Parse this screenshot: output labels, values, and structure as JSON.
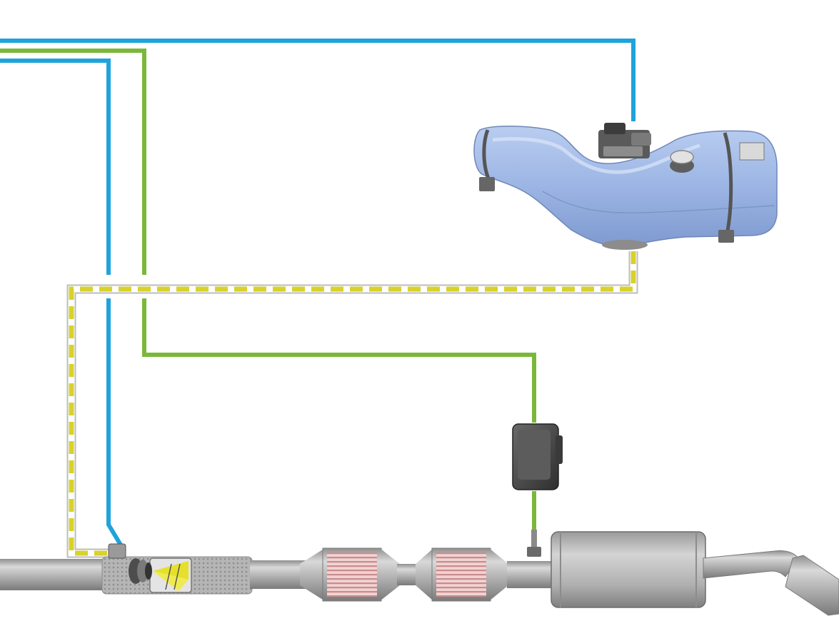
{
  "colors": {
    "background": "#ffffff",
    "line_blue": "#1fa3dc",
    "line_green": "#7bb83a",
    "line_yellow_dashed": "#d8d22a",
    "line_dashed_border": "#c8c8c8",
    "tank_blue": "#9fb8e6",
    "pipe_gray": "#b9b9b9",
    "catalyst_core": "#e8b6b6",
    "module_dark": "#4a4a4a"
  },
  "components": [
    {
      "name": "adblue-tank",
      "icon": "reductant-tank-icon"
    },
    {
      "name": "control-module",
      "icon": "control-unit-icon"
    },
    {
      "name": "nox-sensor",
      "icon": "sensor-icon"
    },
    {
      "name": "dosing-injector",
      "icon": "injector-icon"
    },
    {
      "name": "mixer-section",
      "icon": "mixer-icon"
    },
    {
      "name": "catalytic-converter-1",
      "icon": "catalyst-icon"
    },
    {
      "name": "catalytic-converter-2",
      "icon": "catalyst-icon"
    },
    {
      "name": "muffler",
      "icon": "muffler-icon"
    }
  ],
  "connections": [
    {
      "name": "blue-line-top",
      "color": "blue"
    },
    {
      "name": "blue-line-injector",
      "color": "blue"
    },
    {
      "name": "green-line-top",
      "color": "green"
    },
    {
      "name": "green-line-module",
      "color": "green"
    },
    {
      "name": "green-line-sensor",
      "color": "green"
    },
    {
      "name": "dosing-line-yellow",
      "color": "yellow-dashed"
    }
  ]
}
